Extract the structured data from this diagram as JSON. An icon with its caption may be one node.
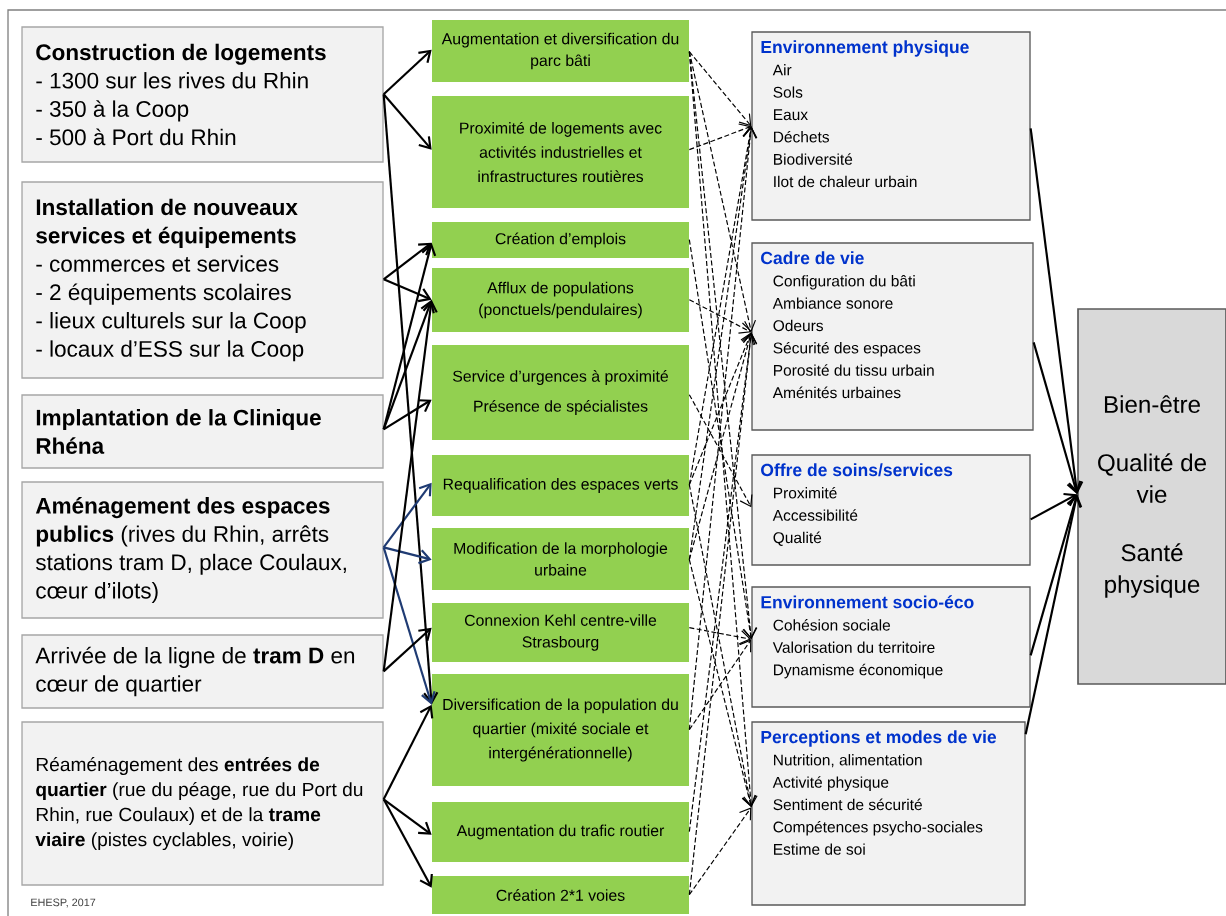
{
  "diagram": {
    "nodes": [
      {
        "text": [
          "Construction de logements",
          "- 1300 sur les rives du Rhin",
          "- 350 à la Coop",
          "- 500 à Port du Rhin"
        ]
      },
      {
        "text": [
          "Installation de nouveaux services et équipements",
          "- commerces et services",
          "- 2 équipements scolaires",
          "- lieux culturels sur la Coop",
          "- locaux d’ESS sur la Coop"
        ]
      },
      {
        "text": [
          "Implantation de la Clinique Rhéna"
        ]
      },
      {
        "text": [
          "**Aménagement des espaces publics** (rives du Rhin, arrêts stations tram D, place Coulaux, cœur d’ilots)"
        ]
      },
      {
        "text": [
          "Arrivée de la ligne de **tram D** en cœur de quartier"
        ]
      },
      {
        "text": [
          "Réaménagement des **entrées de quartier** (rue du péage, rue du Port du Rhin, rue Coulaux) et de la **trame viaire** (pistes cyclables, voirie)"
        ]
      },
      {
        "text": [
          "Augmentation et diversification du parc bâti"
        ]
      },
      {
        "text": [
          "Proximité de logements avec activités industrielles et infrastructures routières"
        ]
      },
      {
        "text": [
          "Création d’emplois"
        ]
      },
      {
        "text": [
          "Afflux de populations (ponctuels/pendulaires)"
        ]
      },
      {
        "text": [
          "Service d’urgences à proximité",
          "Présence de spécialistes"
        ]
      },
      {
        "text": [
          "Requalification des espaces verts"
        ]
      },
      {
        "text": [
          "Modification de la morphologie urbaine"
        ]
      },
      {
        "text": [
          "Connexion Kehl centre-ville Strasbourg"
        ]
      },
      {
        "text": [
          "Diversification de la population du quartier (mixité sociale et intergénérationnelle)"
        ]
      },
      {
        "text": [
          "Augmentation du trafic routier"
        ]
      },
      {
        "text": [
          "Création 2*1 voies"
        ]
      },
      {
        "text": [
          "Environnement physique",
          "Air",
          "Sols",
          "Eaux",
          "Déchets",
          "Biodiversité",
          "Ilot de chaleur urbain"
        ]
      },
      {
        "text": [
          "Cadre de vie",
          "Configuration du bâti",
          "Ambiance sonore",
          "Odeurs",
          "Sécurité des espaces",
          "Porosité du tissu urbain",
          "Aménités urbaines"
        ]
      },
      {
        "text": [
          "Offre de soins/services",
          "Proximité",
          "Accessibilité",
          "Qualité"
        ]
      },
      {
        "text": [
          "Environnement socio-éco",
          "Cohésion sociale",
          "Valorisation du territoire",
          "Dynamisme économique"
        ]
      },
      {
        "text": [
          "Perceptions et modes de vie",
          "Nutrition, alimentation",
          "Activité physique",
          "Sentiment de sécurité",
          "Compétences psycho-sociales",
          "Estime de soi"
        ]
      },
      {
        "text": [
          "Bien-être",
          "Qualité de vie",
          "Santé physique"
        ]
      }
    ],
    "edges": [
      {
        "from": 0,
        "to": 6,
        "arrow": "to"
      },
      {
        "from": 0,
        "to": 7,
        "arrow": "to"
      },
      {
        "from": 0,
        "to": 14,
        "arrow": "to"
      },
      {
        "from": 1,
        "to": 8,
        "arrow": "to"
      },
      {
        "from": 1,
        "to": 9,
        "arrow": "to"
      },
      {
        "from": 2,
        "to": 8,
        "arrow": "to"
      },
      {
        "from": 2,
        "to": 9,
        "arrow": "to"
      },
      {
        "from": 2,
        "to": 10,
        "arrow": "to"
      },
      {
        "from": 3,
        "to": 11,
        "arrow": "to",
        "color": "#1f3b73"
      },
      {
        "from": 3,
        "to": 12,
        "arrow": "to",
        "color": "#1f3b73"
      },
      {
        "from": 3,
        "to": 14,
        "arrow": "to",
        "color": "#1f3b73"
      },
      {
        "from": 4,
        "to": 9,
        "arrow": "to"
      },
      {
        "from": 4,
        "to": 13,
        "arrow": "to"
      },
      {
        "from": 5,
        "to": 14,
        "arrow": "to"
      },
      {
        "from": 5,
        "to": 15,
        "arrow": "to"
      },
      {
        "from": 5,
        "to": 16,
        "arrow": "to"
      },
      {
        "from": 6,
        "to": 17,
        "arrow": "to",
        "style": "dashed"
      },
      {
        "from": 6,
        "to": 18,
        "arrow": "to",
        "style": "dashed"
      },
      {
        "from": 6,
        "to": 20,
        "arrow": "to",
        "style": "dashed"
      },
      {
        "from": 6,
        "to": 21,
        "arrow": "to",
        "style": "dashed"
      },
      {
        "from": 7,
        "to": 17,
        "arrow": "to",
        "style": "dashed"
      },
      {
        "from": 8,
        "to": 20,
        "arrow": "to",
        "style": "dashed"
      },
      {
        "from": 9,
        "to": 18,
        "arrow": "to",
        "style": "dashed"
      },
      {
        "from": 10,
        "to": 19,
        "arrow": "to",
        "style": "dashed"
      },
      {
        "from": 11,
        "to": 17,
        "arrow": "to",
        "style": "dashed"
      },
      {
        "from": 11,
        "to": 18,
        "arrow": "to",
        "style": "dashed"
      },
      {
        "from": 11,
        "to": 21,
        "arrow": "to",
        "style": "dashed"
      },
      {
        "from": 12,
        "to": 17,
        "arrow": "to",
        "style": "dashed"
      },
      {
        "from": 12,
        "to": 18,
        "arrow": "to",
        "style": "dashed"
      },
      {
        "from": 12,
        "to": 21,
        "arrow": "to",
        "style": "dashed"
      },
      {
        "from": 13,
        "to": 20,
        "arrow": "to",
        "style": "dashed"
      },
      {
        "from": 14,
        "to": 17,
        "arrow": "to",
        "style": "dashed"
      },
      {
        "from": 14,
        "to": 20,
        "arrow": "to",
        "style": "dashed"
      },
      {
        "from": 15,
        "to": 18,
        "arrow": "to",
        "style": "dashed"
      },
      {
        "from": 16,
        "to": 21,
        "arrow": "to",
        "style": "dashed"
      },
      {
        "from": 16,
        "to": 18,
        "arrow": "to",
        "style": "dashed"
      },
      {
        "from": 17,
        "to": 22,
        "arrow": "to"
      },
      {
        "from": 18,
        "to": 22,
        "arrow": "to"
      },
      {
        "from": 19,
        "to": 22,
        "arrow": "to"
      },
      {
        "from": 20,
        "to": 22,
        "arrow": "to"
      },
      {
        "from": 21,
        "to": 22,
        "arrow": "to"
      }
    ],
    "labels": [
      "EHESP, 2017"
    ]
  }
}
